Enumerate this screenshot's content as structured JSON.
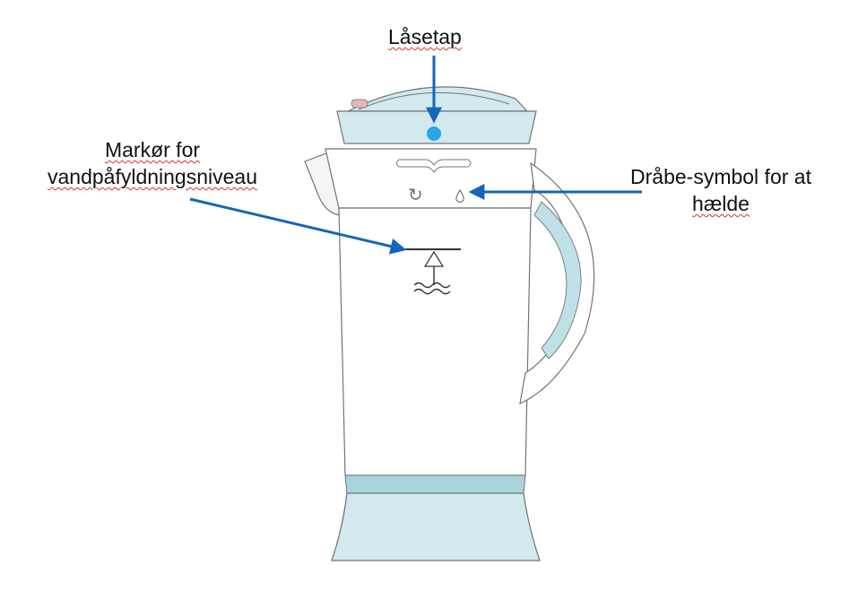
{
  "labels": {
    "lock_tab": "Låsetap",
    "water_marker_line1": "Markør for",
    "water_marker_line2": "vandpåfyldningsniveau",
    "drop_symbol_line1": "Dråbe-symbol for at",
    "drop_symbol_line2": "hælde"
  },
  "colors": {
    "arrow": "#1565b8",
    "dot": "#2aa5e8",
    "body_fill": "#d2e9ed",
    "band": "#a9d4dc",
    "outline": "#6f7579"
  }
}
